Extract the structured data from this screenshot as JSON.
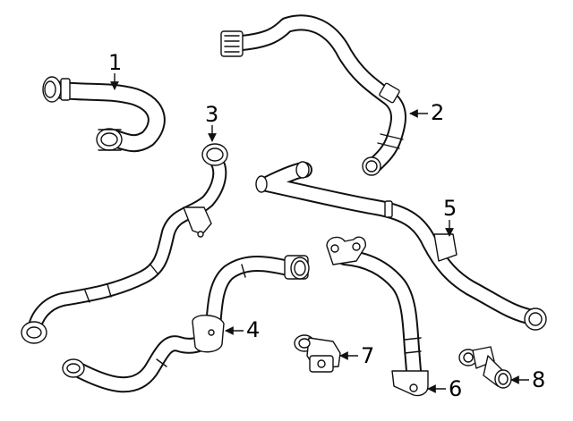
{
  "diagram": {
    "parts": [
      {
        "id": "part-1",
        "label": "1"
      },
      {
        "id": "part-2",
        "label": "2"
      },
      {
        "id": "part-3",
        "label": "3"
      },
      {
        "id": "part-4",
        "label": "4"
      },
      {
        "id": "part-5",
        "label": "5"
      },
      {
        "id": "part-6",
        "label": "6"
      },
      {
        "id": "part-7",
        "label": "7"
      },
      {
        "id": "part-8",
        "label": "8"
      }
    ],
    "colors": {
      "line": "#111111",
      "background": "#ffffff"
    }
  }
}
